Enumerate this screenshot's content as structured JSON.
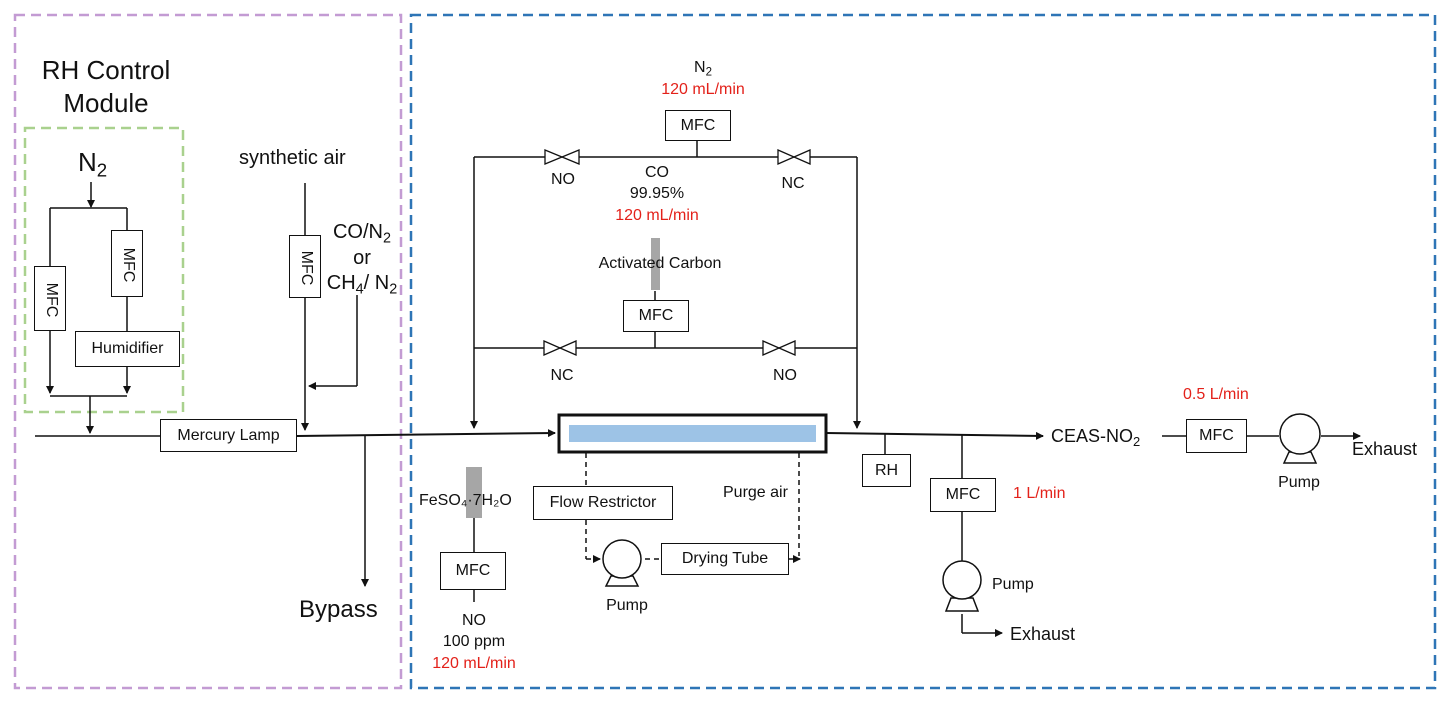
{
  "rh_module": {
    "title_line1": "RH Control",
    "title_line2": "Module",
    "n2_base": "N",
    "n2_sub": "2",
    "mfc_left": "MFC",
    "mfc_right": "MFC",
    "humidifier": "Humidifier",
    "synthetic_air": "synthetic air",
    "mfc_air": "MFC",
    "co_n2": {
      "a": "CO/N",
      "a_sub": "2",
      "or": "or",
      "b": "CH",
      "b_sub": "4",
      "c": "/ N",
      "c_sub": "2"
    },
    "mercury_lamp": "Mercury Lamp",
    "bypass": "Bypass"
  },
  "main_system": {
    "n2_top": {
      "base": "N",
      "sub": "2",
      "flow": "120 mL/min"
    },
    "mfc_top": "MFC",
    "valves": {
      "top_left": "NO",
      "top_right": "NC",
      "bottom_left": "NC",
      "bottom_right": "NO"
    },
    "co": {
      "label": "CO",
      "purity": "99.95%",
      "flow": "120 mL/min"
    },
    "activated_carbon": "Activated Carbon",
    "mfc_co": "MFC",
    "feso4": "FeSO₄·7H₂O",
    "mfc_no": "MFC",
    "no_source": {
      "label": "NO",
      "conc": "100 ppm",
      "flow": "120 mL/min"
    },
    "flow_restrictor": "Flow Restrictor",
    "purge_air": "Purge air",
    "pump_purge": "Pump",
    "drying_tube": "Drying Tube",
    "rh": "RH",
    "mfc_exhaust": "MFC",
    "exhaust_flow": "1 L/min",
    "pump_exhaust": "Pump",
    "exhaust_lower": "Exhaust",
    "ceas": {
      "base": "CEAS-NO",
      "sub": "2"
    },
    "ceas_flow": "0.5 L/min",
    "mfc_ceas": "MFC",
    "pump_ceas": "Pump",
    "exhaust_right": "Exhaust"
  },
  "colors": {
    "rh_module_border": "#c39bd3",
    "rh_inner_border": "#a9d18e",
    "main_border": "#2e75b6",
    "flow_text": "#e3211a",
    "cell_fill": "#9dc3e6",
    "filter_fill": "#a6a6a6"
  },
  "icons": [
    "valve-icon",
    "pump-icon",
    "arrow-icon"
  ]
}
